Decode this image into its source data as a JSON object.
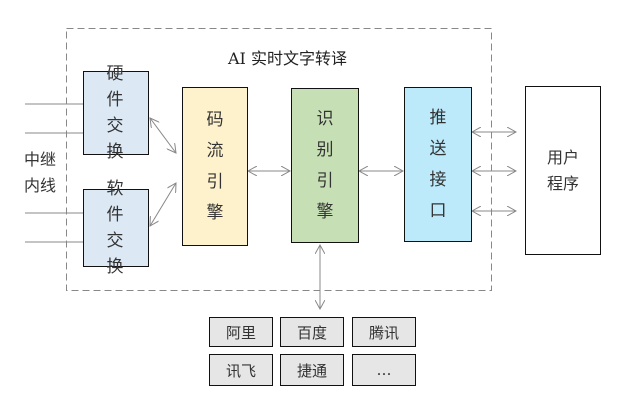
{
  "diagram": {
    "title": "AI 实时文字转译",
    "trunk_label": "中继内线",
    "hardware_switch": "硬件交换",
    "software_switch": "软件交换",
    "stream_engine": "码流引擎",
    "recognition_engine": "识别引擎",
    "push_interface": "推送接口",
    "user_program": "用户程序",
    "vendors": [
      "阿里",
      "百度",
      "腾讯",
      "讯飞",
      "捷通",
      "…"
    ],
    "colors": {
      "switch_fill": "#dce8f4",
      "stream_fill": "#fef2cc",
      "recognition_fill": "#c6dfb4",
      "push_fill": "#bdeafb",
      "vendor_fill": "#e6e6e6",
      "line": "#888888"
    }
  }
}
